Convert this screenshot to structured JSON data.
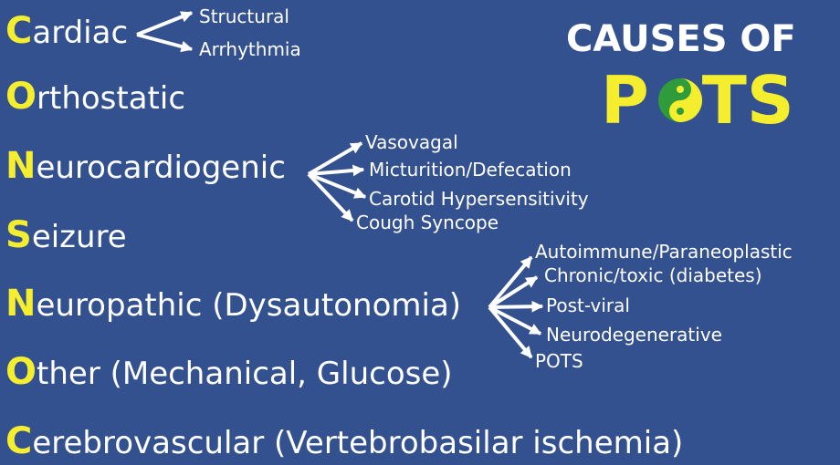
{
  "title": {
    "line1": "CAUSES OF",
    "line2_pre": "P",
    "line2_post": "TS"
  },
  "causes": [
    {
      "initial": "C",
      "rest": "ardiac"
    },
    {
      "initial": "O",
      "rest": "rthostatic"
    },
    {
      "initial": "N",
      "rest": "eurocardiogenic"
    },
    {
      "initial": "S",
      "rest": "eizure"
    },
    {
      "initial": "N",
      "rest": "europathic (Dysautonomia)"
    },
    {
      "initial": "O",
      "rest": "ther (Mechanical, Glucose)"
    },
    {
      "initial": "C",
      "rest": "erebrovascular (Vertebrobasilar ischemia)"
    }
  ],
  "cardiac_subtypes": [
    "Structural",
    "Arrhythmia"
  ],
  "neurocardiogenic_subtypes": [
    "Vasovagal",
    "Micturition/Defecation",
    "Carotid Hypersensitivity",
    "Cough Syncope"
  ],
  "neuropathic_subtypes": [
    "Autoimmune/Paraneoplastic",
    "Chronic/toxic (diabetes)",
    "Post-viral",
    "Neurodegenerative",
    "POTS"
  ],
  "colors": {
    "background": "#33508f",
    "accent": "#f5ee2f",
    "text": "#ffffff",
    "yin_yang_green": "#2e9c3a"
  }
}
